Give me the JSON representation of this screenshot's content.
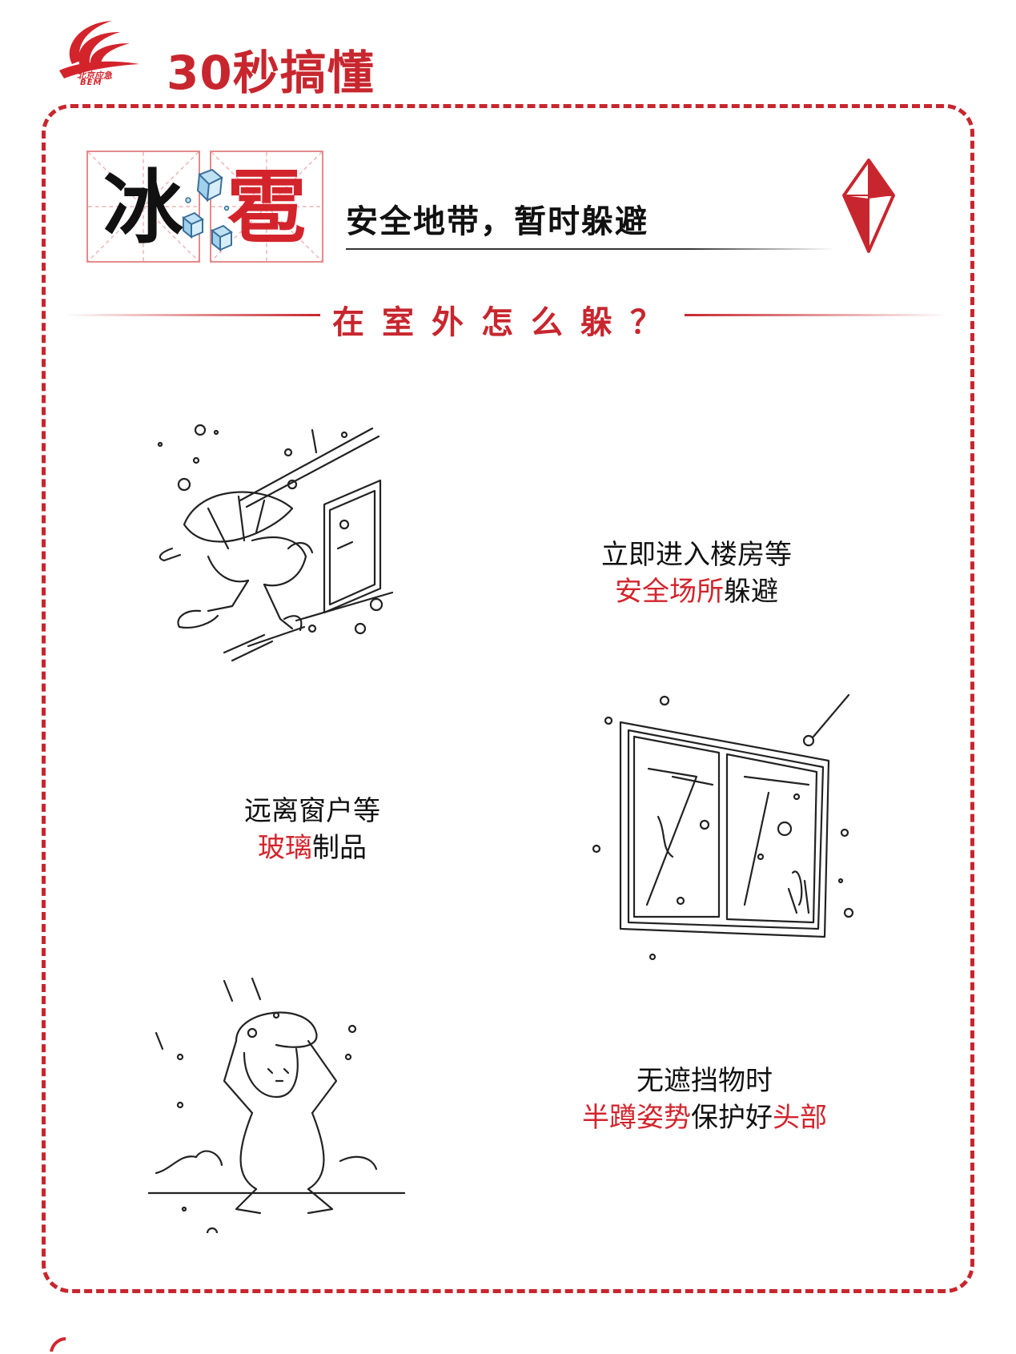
{
  "header": {
    "logo_text": "北京应急",
    "logo_sub": "BEM",
    "title": "30秒搞懂"
  },
  "title_block": {
    "char_1": "冰",
    "char_2": "雹",
    "subtitle": "安全地带，暂时躲避"
  },
  "section": {
    "title": "在室外怎么躲？"
  },
  "tips": [
    {
      "line1": "立即进入楼房等",
      "line2_red": "安全场所",
      "line2_black": "躲避",
      "illustration": "person-running-into-building-with-umbrella"
    },
    {
      "line1": "远离窗户等",
      "line2_red": "玻璃",
      "line2_black": "制品",
      "illustration": "window-hit-by-hail"
    },
    {
      "line1": "无遮挡物时",
      "line2_red_a": "半蹲姿势",
      "line2_black": "保护好",
      "line2_red_b": "头部",
      "illustration": "person-crouching-covering-head"
    }
  ],
  "colors": {
    "accent": "#c8262e",
    "red_text": "#d3242c",
    "hail": "#a8d4ec"
  }
}
